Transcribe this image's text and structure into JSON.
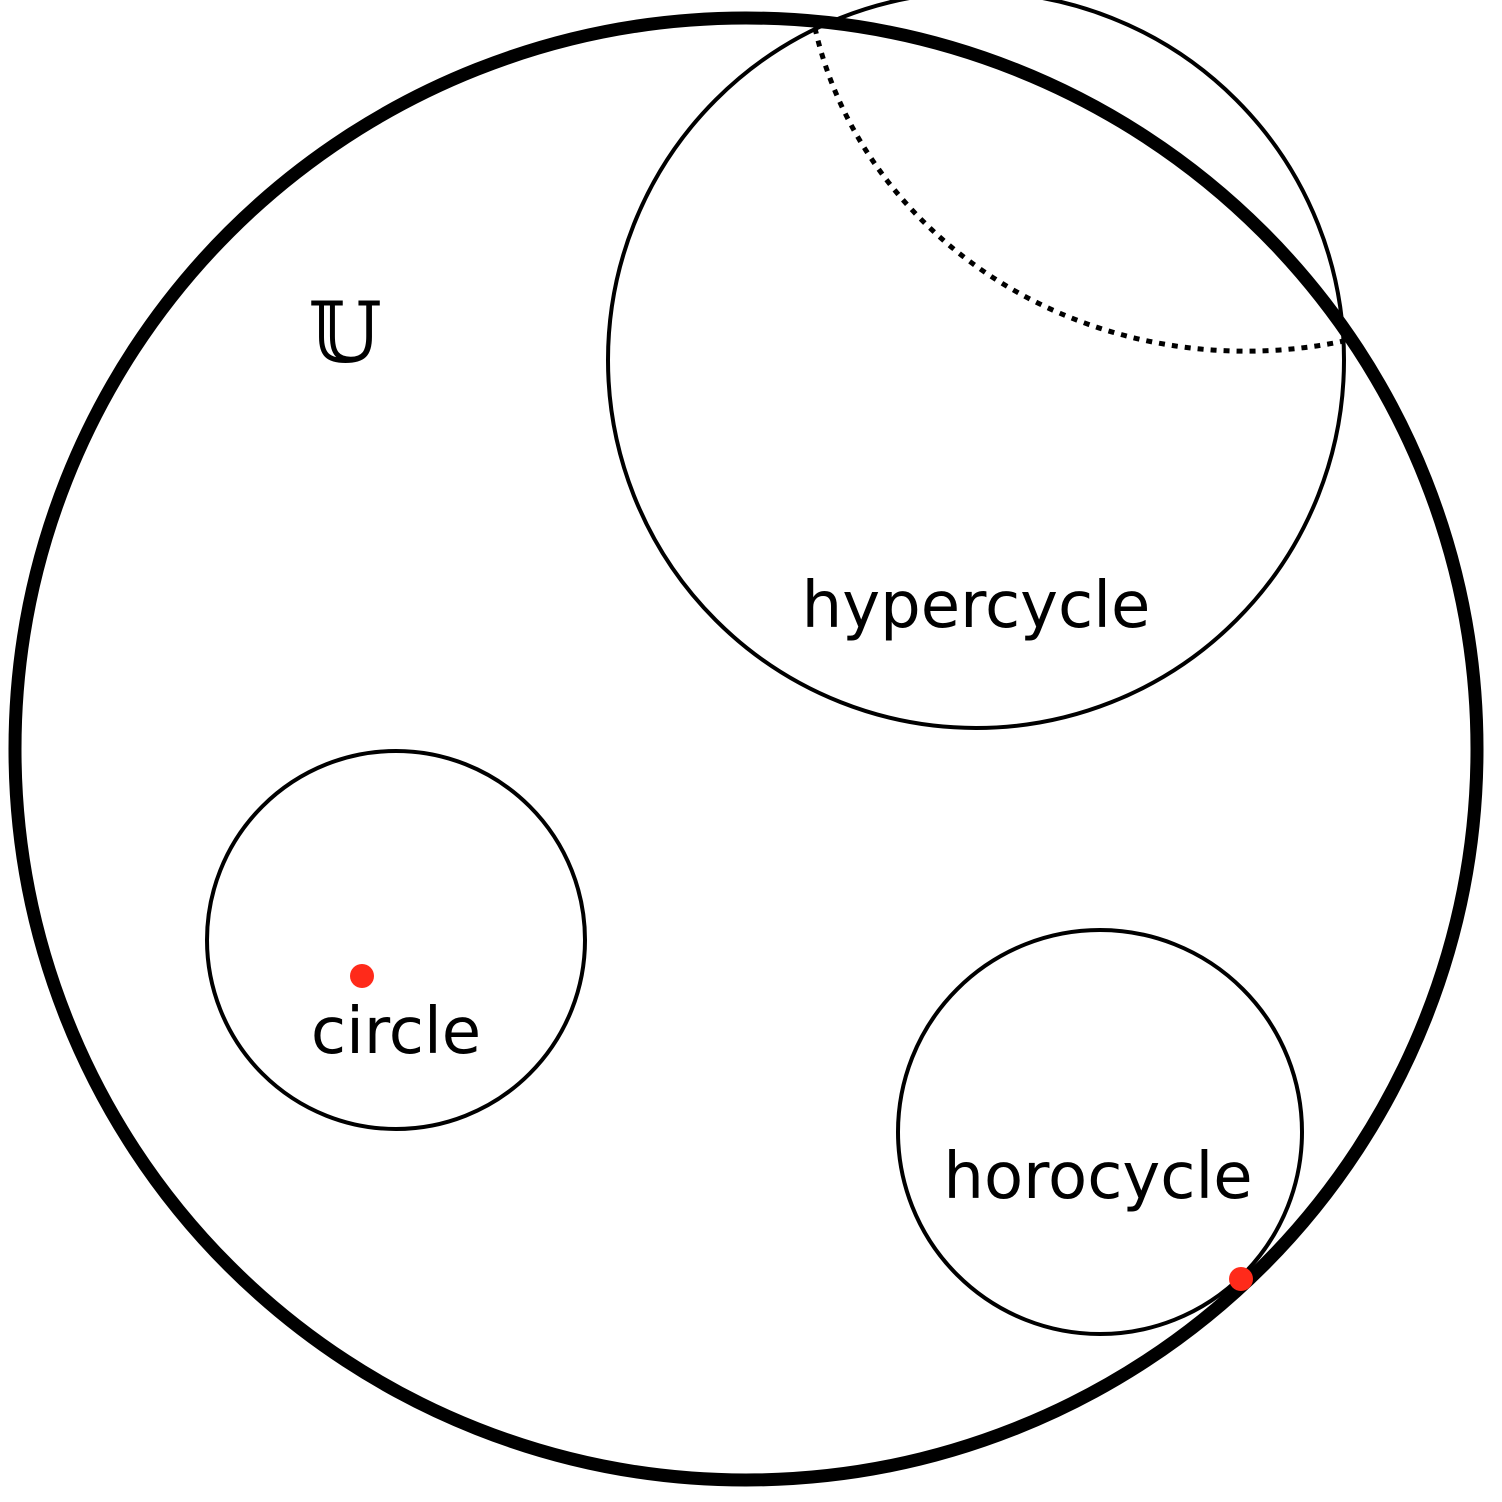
{
  "disk": {
    "symbol": "𝕌"
  },
  "labels": {
    "hypercycle": "hypercycle",
    "circle": "circle",
    "horocycle": "horocycle"
  },
  "colors": {
    "stroke": "#000000",
    "point": "#ff2a1a",
    "background": "#ffffff"
  }
}
